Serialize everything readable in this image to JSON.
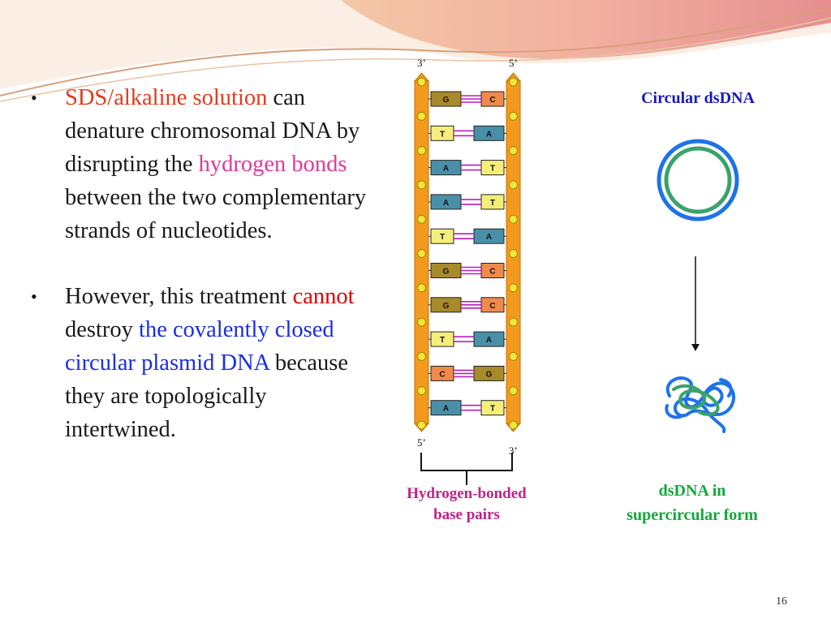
{
  "slide_number": "16",
  "bullets": {
    "b1": {
      "p1": "SDS/alkaline solution",
      "p2": " can denature chromosomal DNA by disrupting the ",
      "p3": "hydrogen bonds",
      "p4": " between the two complementary strands of nucleotides."
    },
    "b2": {
      "p1": "However, this treatment ",
      "p2": "cannot",
      "p3": " destroy ",
      "p4": "the covalently closed circular plasmid DNA",
      "p5": " because they are topologically intertwined."
    }
  },
  "diagram": {
    "top_left_end": "3’",
    "top_right_end": "5’",
    "bottom_left_end": "5’",
    "bottom_right_end": "3’",
    "base_pairs": [
      {
        "left": "G",
        "right": "C"
      },
      {
        "left": "T",
        "right": "A"
      },
      {
        "left": "A",
        "right": "T"
      },
      {
        "left": "A",
        "right": "T"
      },
      {
        "left": "T",
        "right": "A"
      },
      {
        "left": "G",
        "right": "C"
      },
      {
        "left": "G",
        "right": "C"
      },
      {
        "left": "T",
        "right": "A"
      },
      {
        "left": "C",
        "right": "G"
      },
      {
        "left": "A",
        "right": "T"
      }
    ],
    "base_colors": {
      "G": "#a88a2a",
      "C": "#f08a4b",
      "T": "#f5ef7a",
      "A": "#4a8fa8"
    },
    "bracket_label_line1": "Hydrogen-bonded",
    "bracket_label_line2": "base pairs",
    "circular_title": "Circular dsDNA",
    "super_line1": "dsDNA in",
    "super_line2": "supercircular form"
  }
}
